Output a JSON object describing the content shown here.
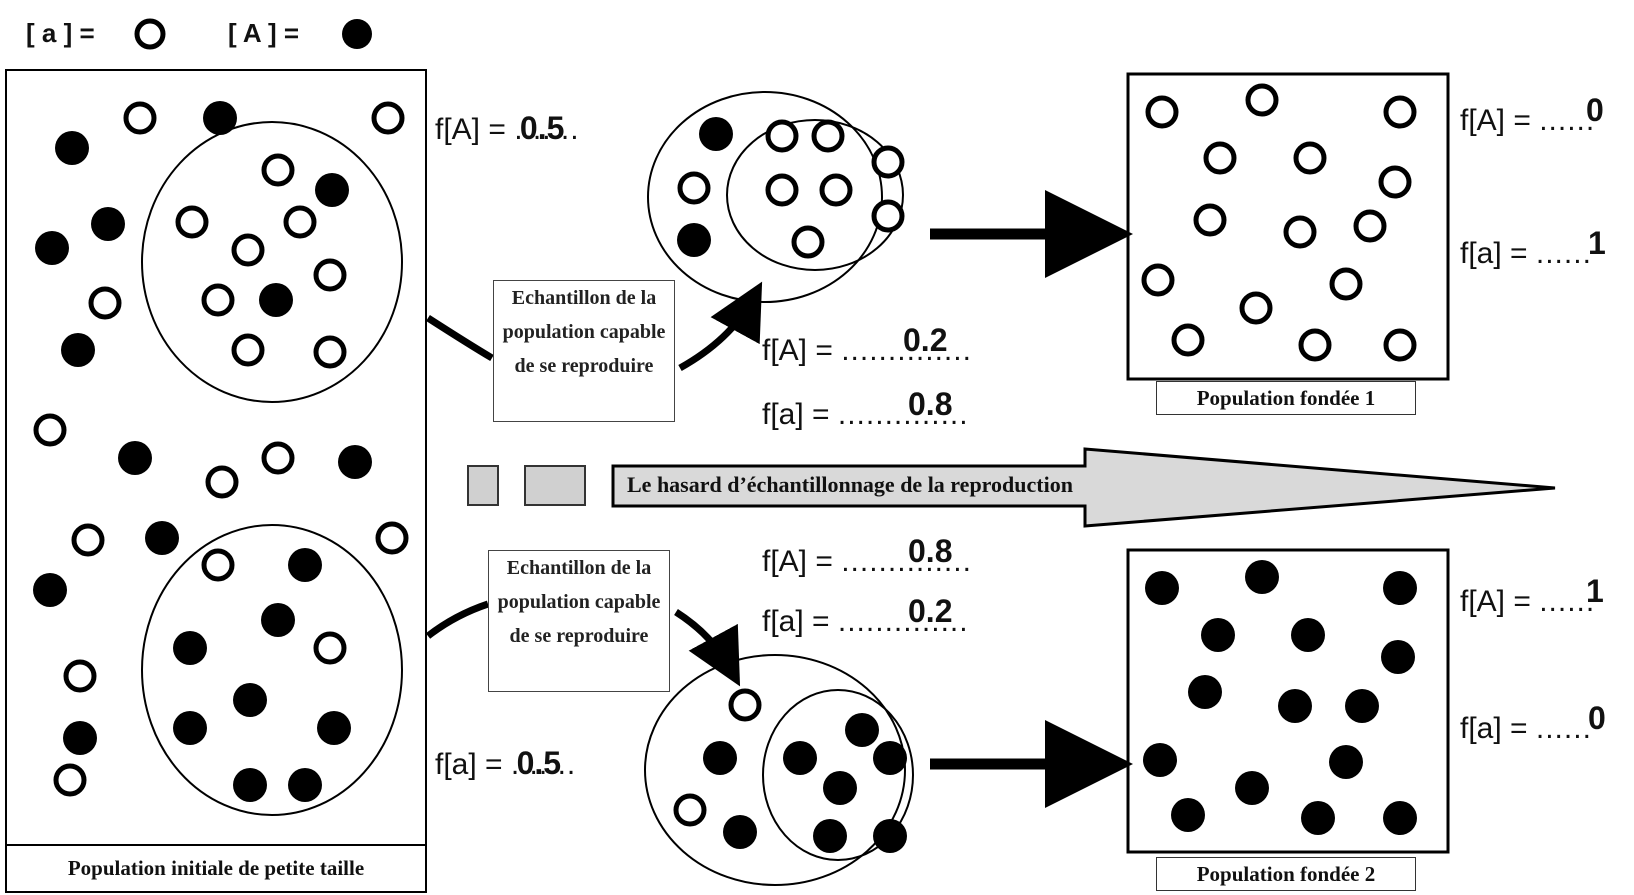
{
  "legend": {
    "recessive": "[ a ] =",
    "dominant": "[ A ] ="
  },
  "initial_population": {
    "caption": "Population initiale de petite taille",
    "fA": {
      "label": "f[A] =",
      "dots": ".......",
      "value": "0.5"
    },
    "fa": {
      "label": "f[a] =",
      "dots": ".......",
      "value": "0.5"
    }
  },
  "sample_label": "Echantillon de la population capable de se reproduire",
  "sample_1": {
    "fA": {
      "label": "f[A] =",
      "dots": "..............",
      "value": "0.2"
    },
    "fa": {
      "label": "f[a] =",
      "dots": "..............",
      "value": "0.8"
    }
  },
  "sample_2": {
    "fA": {
      "label": "f[A] =",
      "dots": "..............",
      "value": "0.8"
    },
    "fa": {
      "label": "f[a] =",
      "dots": "..............",
      "value": "0.2"
    }
  },
  "founded_1": {
    "caption": "Population fondée 1",
    "fA": {
      "label": "f[A] =",
      "dots": "......",
      "value": "0"
    },
    "fa": {
      "label": "f[a] =",
      "dots": "......",
      "value": "1"
    }
  },
  "founded_2": {
    "caption": "Population fondée 2",
    "fA": {
      "label": "f[A] =",
      "dots": "......",
      "value": "1"
    },
    "fa": {
      "label": "f[a] =",
      "dots": "......",
      "value": "0"
    }
  },
  "big_arrow_text": "Le hasard d’échantillonnage de la reproduction",
  "colors": {
    "allele_A": "#000000",
    "allele_a": "#ffffff",
    "arrow_fill": "#d9d9d9"
  }
}
